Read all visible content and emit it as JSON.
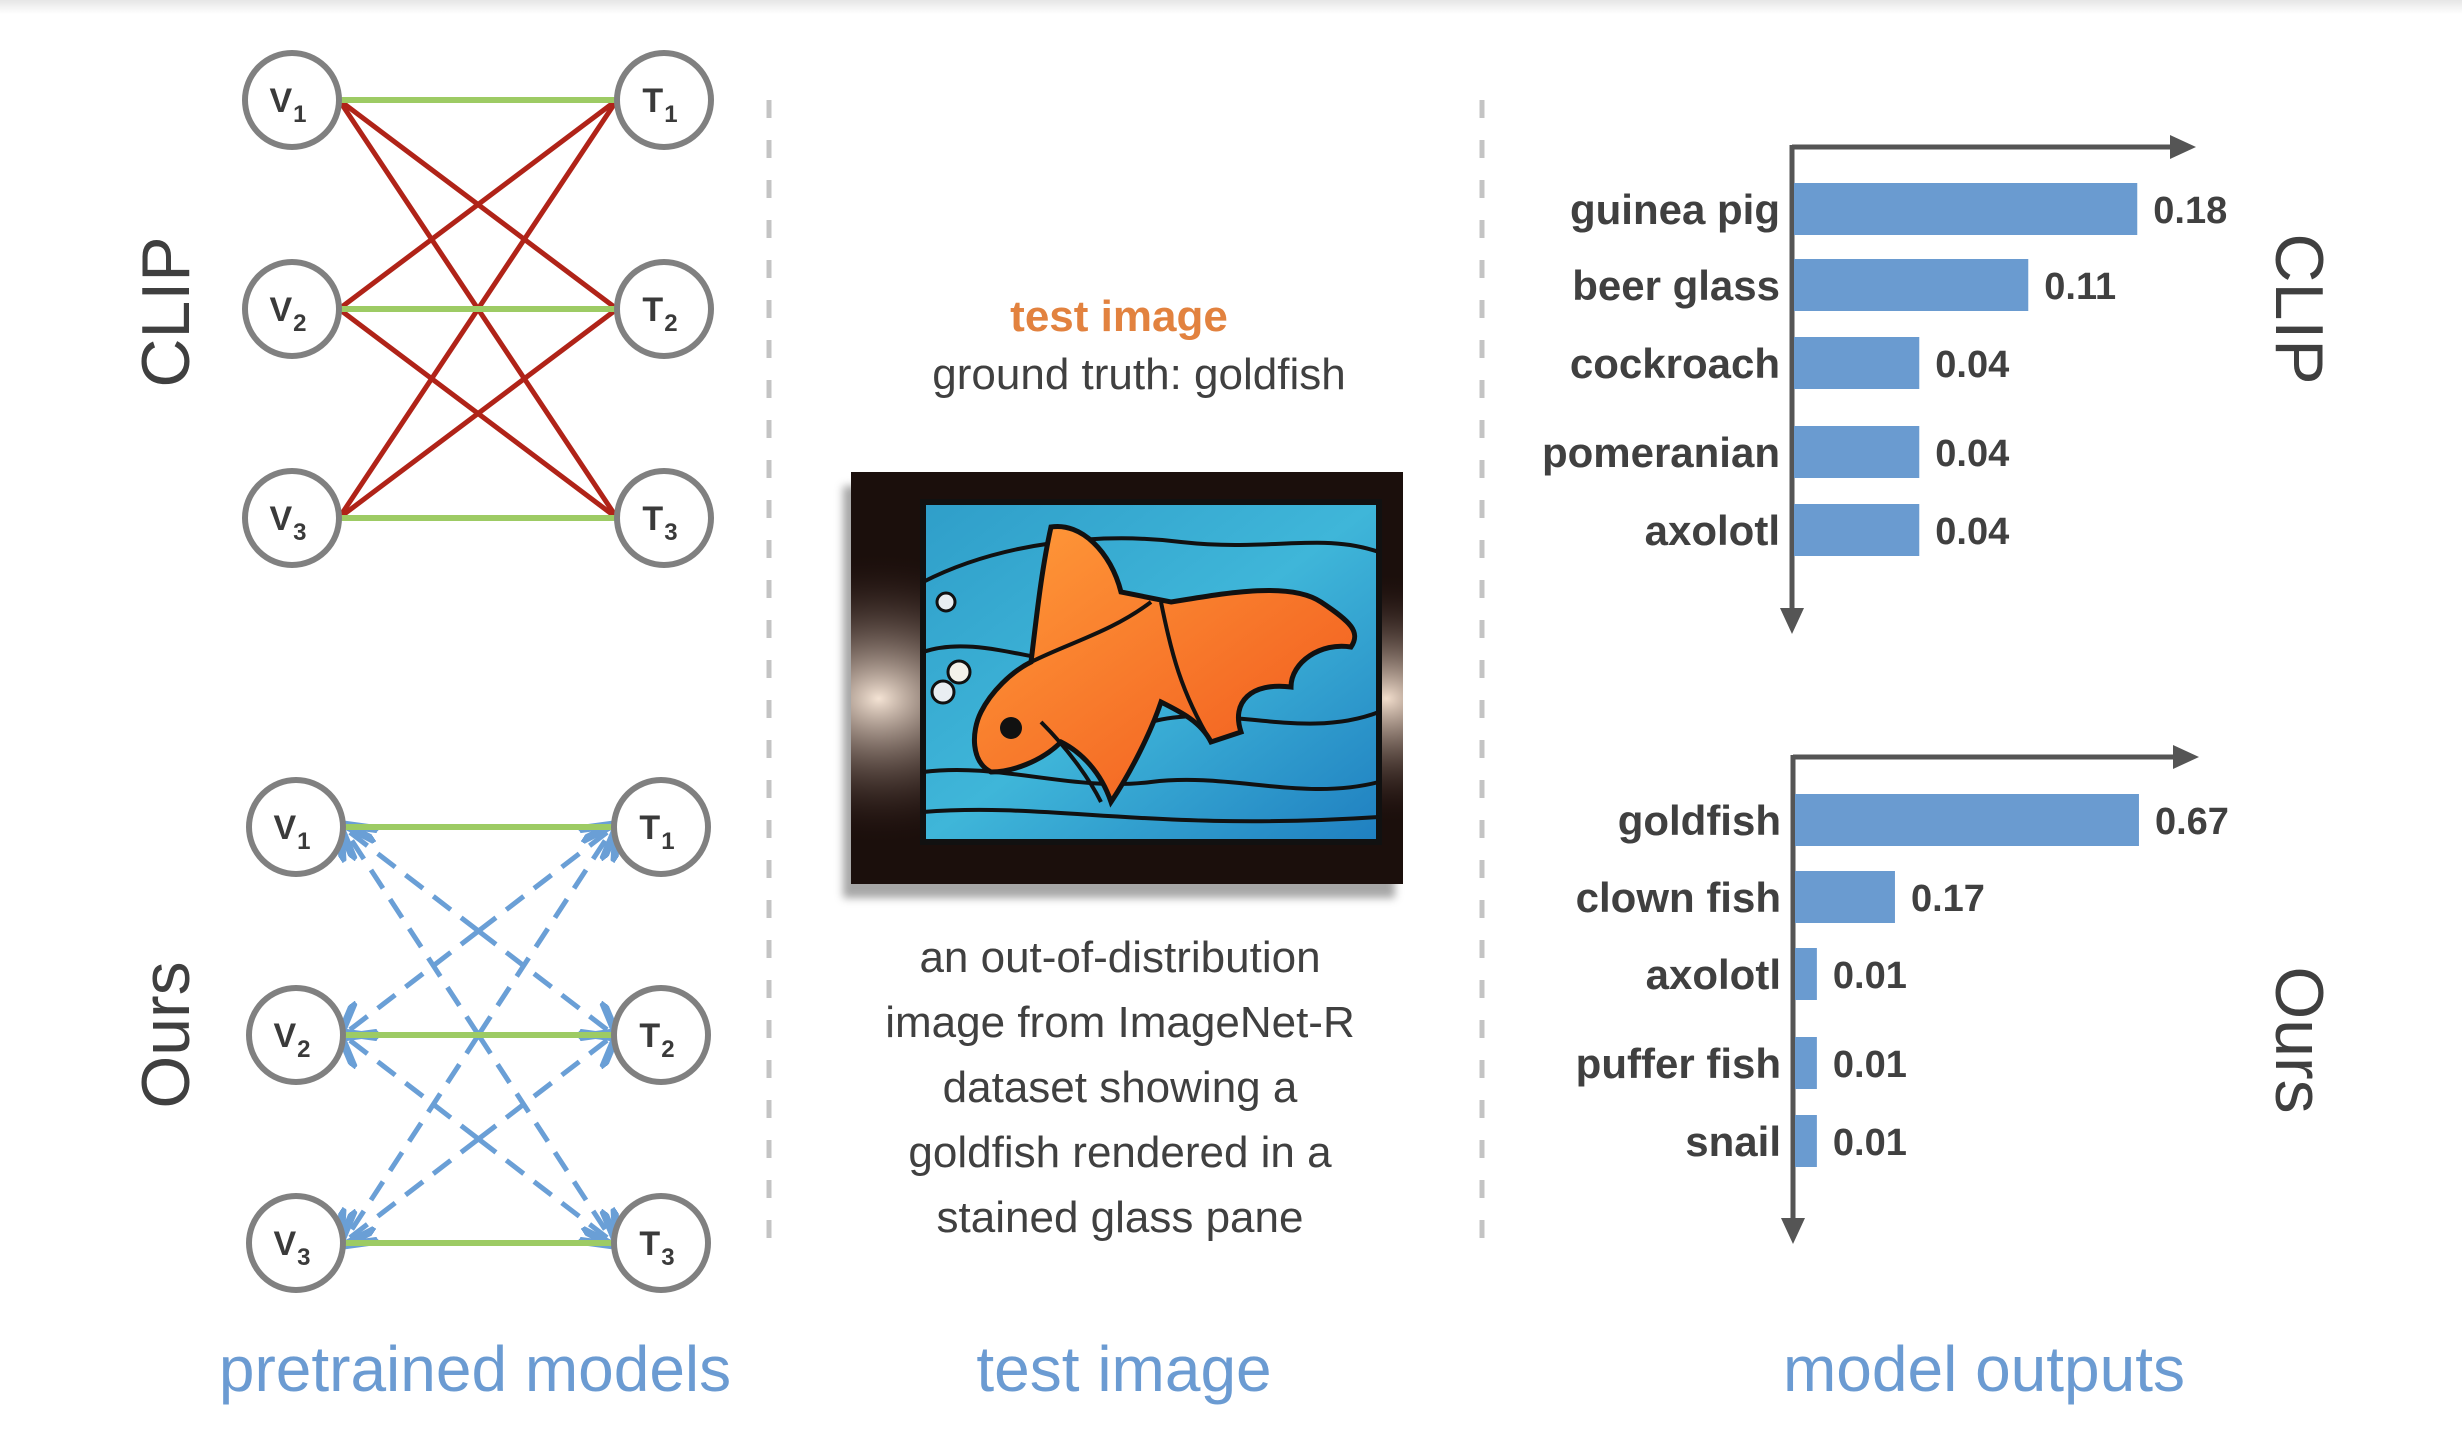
{
  "figure": {
    "panels": {
      "left": {
        "caption": "pretrained models"
      },
      "center": {
        "caption": "test image"
      },
      "right": {
        "caption": "model outputs"
      }
    },
    "row_labels": {
      "top": "CLIP",
      "bottom": "Ours"
    },
    "colors": {
      "positive_edge": "#9dcb64",
      "clip_negative_edge": "#b02318",
      "ours_negative_edge": "#6a9fd6",
      "node_stroke": "#808080",
      "bar": "#6a9bd0",
      "caption": "#6b9bd2",
      "title_accent": "#e2823f",
      "text": "#404040"
    },
    "graphs": [
      {
        "name": "CLIP",
        "vision_nodes": [
          {
            "letter": "V",
            "sub": "1"
          },
          {
            "letter": "V",
            "sub": "2"
          },
          {
            "letter": "V",
            "sub": "3"
          }
        ],
        "text_nodes": [
          {
            "letter": "T",
            "sub": "1"
          },
          {
            "letter": "T",
            "sub": "2"
          },
          {
            "letter": "T",
            "sub": "3"
          }
        ],
        "positive_pairs": [
          [
            0,
            0
          ],
          [
            1,
            1
          ],
          [
            2,
            2
          ]
        ],
        "negative_pairs": [
          [
            0,
            1
          ],
          [
            0,
            2
          ],
          [
            1,
            0
          ],
          [
            1,
            2
          ],
          [
            2,
            0
          ],
          [
            2,
            1
          ]
        ],
        "negative_style": "solid"
      },
      {
        "name": "Ours",
        "vision_nodes": [
          {
            "letter": "V",
            "sub": "1"
          },
          {
            "letter": "V",
            "sub": "2"
          },
          {
            "letter": "V",
            "sub": "3"
          }
        ],
        "text_nodes": [
          {
            "letter": "T",
            "sub": "1"
          },
          {
            "letter": "T",
            "sub": "2"
          },
          {
            "letter": "T",
            "sub": "3"
          }
        ],
        "positive_pairs": [
          [
            0,
            0
          ],
          [
            1,
            1
          ],
          [
            2,
            2
          ]
        ],
        "negative_pairs": [
          [
            0,
            1
          ],
          [
            0,
            2
          ],
          [
            1,
            0
          ],
          [
            1,
            2
          ],
          [
            2,
            0
          ],
          [
            2,
            1
          ]
        ],
        "negative_style": "dashed-arrow"
      }
    ],
    "test_image": {
      "title": "test image",
      "ground_truth": "ground truth: goldfish",
      "description_lines": [
        "an out-of-distribution",
        "image from ImageNet-R",
        "dataset showing a",
        "goldfish rendered in a",
        "stained glass pane"
      ],
      "photo_alt": "stained glass goldfish"
    }
  },
  "chart_data": [
    {
      "type": "bar",
      "orientation": "horizontal",
      "title": "CLIP",
      "categories": [
        "guinea pig",
        "beer glass",
        "cockroach",
        "pomeranian",
        "axolotl"
      ],
      "values": [
        0.18,
        0.11,
        0.04,
        0.04,
        0.04
      ],
      "value_labels": [
        "0.18",
        "0.11",
        "0.04",
        "0.04",
        "0.04"
      ],
      "xlabel": "",
      "ylabel": "",
      "grid": false,
      "legend": "none"
    },
    {
      "type": "bar",
      "orientation": "horizontal",
      "title": "Ours",
      "categories": [
        "goldfish",
        "clown fish",
        "axolotl",
        "puffer fish",
        "snail"
      ],
      "values": [
        0.67,
        0.17,
        0.01,
        0.01,
        0.01
      ],
      "value_labels": [
        "0.67",
        "0.17",
        "0.01",
        "0.01",
        "0.01"
      ],
      "xlabel": "",
      "ylabel": "",
      "grid": false,
      "legend": "none"
    }
  ]
}
